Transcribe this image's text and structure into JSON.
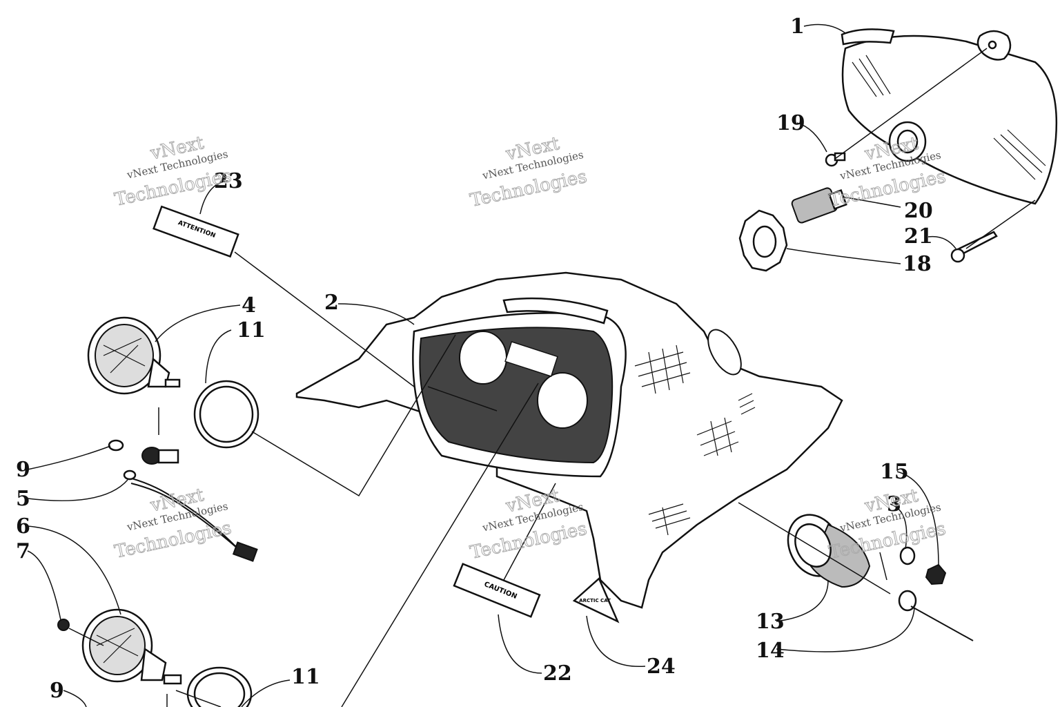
{
  "watermark": {
    "line1": "vNext",
    "line2": "vNext Technologies",
    "line3": "Technologies"
  },
  "callouts": {
    "c1": "1",
    "c2": "2",
    "c3": "3",
    "c4": "4",
    "c5": "5",
    "c6": "6",
    "c7": "7",
    "c9a": "9",
    "c9b": "9",
    "c11a": "11",
    "c11b": "11",
    "c13": "13",
    "c14": "14",
    "c15": "15",
    "c18": "18",
    "c19": "19",
    "c20": "20",
    "c21": "21",
    "c22": "22",
    "c23": "23",
    "c24": "24"
  },
  "labels": {
    "attention": "ATTENTION",
    "caution": "CAUTION",
    "arctic_cat": "ARCTIC CAT"
  }
}
